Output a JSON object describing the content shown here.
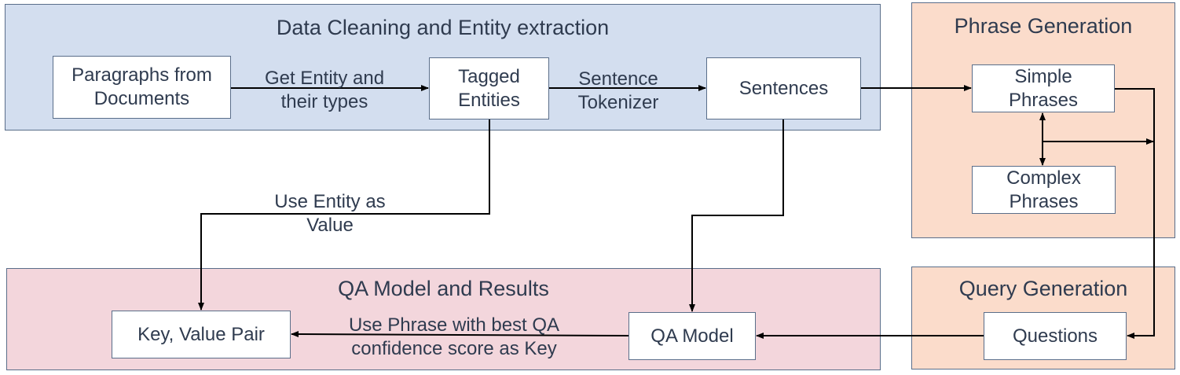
{
  "colors": {
    "cleaning_fill": "#d3deef",
    "phrase_fill": "#fbdccb",
    "query_fill": "#fbdccb",
    "qa_fill": "#f3d6dc",
    "stroke": "#000000"
  },
  "groups": {
    "cleaning": {
      "title": "Data Cleaning and Entity extraction"
    },
    "phrase": {
      "title": "Phrase Generation"
    },
    "query": {
      "title": "Query Generation"
    },
    "qa": {
      "title": "QA Model and Results"
    }
  },
  "nodes": {
    "paragraphs": "Paragraphs from\nDocuments",
    "tagged": "Tagged\nEntities",
    "sentences": "Sentences",
    "simple": "Simple\nPhrases",
    "complex": "Complex\nPhrases",
    "questions": "Questions",
    "qa_model": "QA Model",
    "kv_pair": "Key, Value Pair"
  },
  "edge_labels": {
    "get_entity": "Get Entity and\ntheir types",
    "sentence_tokenizer": "Sentence\nTokenizer",
    "use_entity": "Use Entity as\nValue",
    "use_phrase": "Use Phrase with best QA\nconfidence score as Key"
  }
}
